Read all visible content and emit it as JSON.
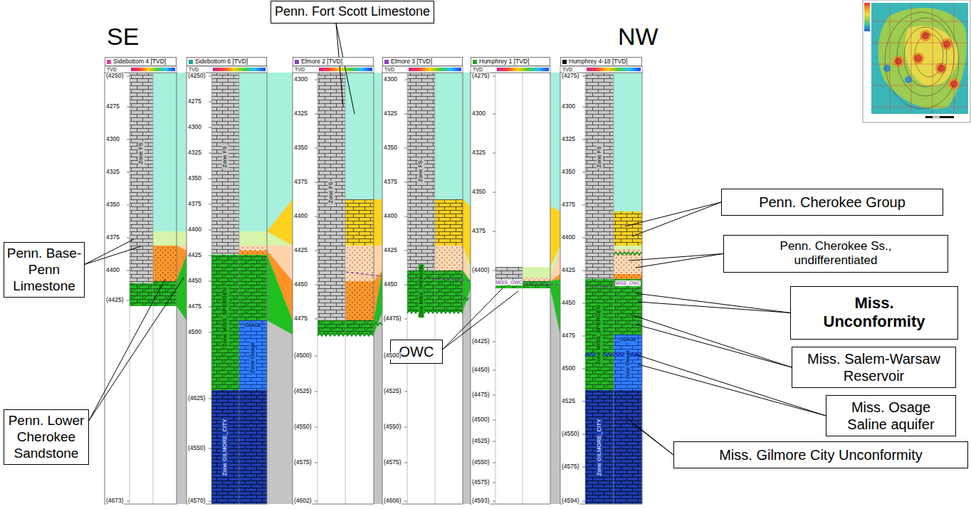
{
  "diagram": {
    "nodes": [
      {
        "text": [
          "Penn. Fort Scott Limestone"
        ]
      },
      {
        "text": [
          "Sidebottom 4 [TVD]"
        ]
      },
      {
        "text": [
          "Sidebottom 6 [TVD]"
        ]
      },
      {
        "text": [
          "Elmore 2 [TVD]"
        ]
      },
      {
        "text": [
          "Elmore 3 [TVD]"
        ]
      },
      {
        "text": [
          "Humphrey 1 [TVD]"
        ]
      },
      {
        "text": [
          "Humphrey 4-18 [TVD]"
        ]
      },
      {
        "text": [
          "Penn. Cherokee Group"
        ]
      },
      {
        "text": [
          "Penn. Cherokee Ss., undifferentiated"
        ]
      },
      {
        "text": [
          "Penn. Base-Penn Limestone"
        ]
      },
      {
        "text": [
          "Miss. Unconformity"
        ]
      },
      {
        "text": [
          "OWC"
        ]
      },
      {
        "text": [
          "Miss. Salem-Warsaw Reservoir"
        ]
      },
      {
        "text": [
          "Miss. Osage Saline aquifer"
        ]
      },
      {
        "text": [
          "Penn. Lower Cherokee Sandstone"
        ]
      },
      {
        "text": [
          "Miss. Gilmore City Unconformity"
        ]
      }
    ],
    "labels": [
      "SE",
      "NW",
      "TVD",
      "(4250)",
      "4275",
      "4300",
      "4325",
      "4350",
      "4375",
      "4400",
      "(4425)",
      "(4673)",
      "Zone FS",
      "TVD",
      "(4250)",
      "4275",
      "4300",
      "4325",
      "4350",
      "4375",
      "4400",
      "4425",
      "4450",
      "4475",
      "4500",
      "(4625)",
      "(4550)",
      "(4570)",
      "Zone FS",
      "Zone MISS_SPERGEN",
      "OSAGE",
      "Zone Osage",
      "Zone GILMORE_CITY",
      "TVD",
      "4300",
      "4325",
      "4350",
      "4375",
      "4400",
      "4425",
      "4450",
      "4475",
      "(4500)",
      "(4525)",
      "(4550)",
      "(4575)",
      "(4602)",
      "Zone FS",
      "TVD",
      "4300",
      "4325",
      "4350",
      "4375",
      "4400",
      "4425",
      "4450",
      "(4475)",
      "(4500)",
      "(4525)",
      "(4550)",
      "(4575)",
      "(4606)",
      "Zone FS",
      "Zone MISS_SPERGEN",
      "TVD",
      "(4275)",
      "4300",
      "4325",
      "4350",
      "4375",
      "(4400)",
      "(4425)",
      "(4450)",
      "(4475)",
      "(4500)",
      "(4525)",
      "(4550)",
      "(4575)",
      "(4593)",
      "MISS_OWC",
      "TVD",
      "(4275)",
      "4300",
      "4325",
      "4350",
      "4375",
      "4400",
      "4425",
      "4450",
      "4475",
      "4500",
      "4525",
      "(4550)",
      "(4575)",
      "(4594)",
      "Zone FS",
      "MISS_OWC",
      "Zone MISS_SPERGEN",
      "OSAGE",
      "Zone Osage",
      "Zone GILMORE_CITY"
    ]
  }
}
